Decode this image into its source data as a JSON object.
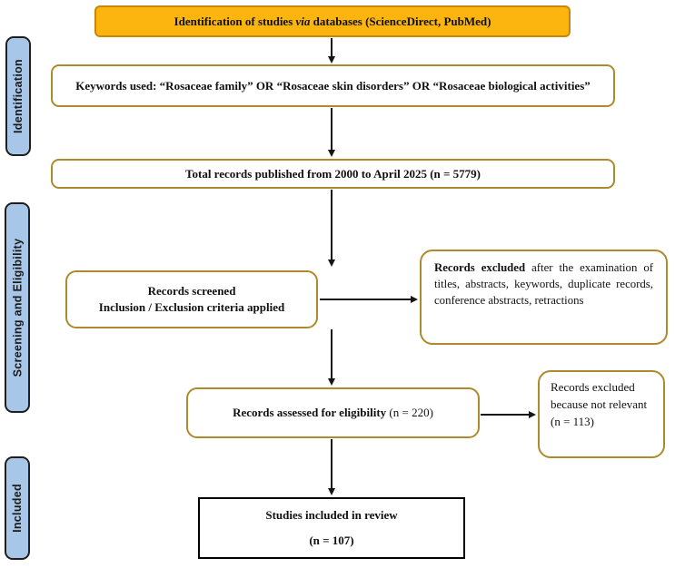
{
  "colors": {
    "title_fill": "#FBB50E",
    "title_border": "#C8860A",
    "box_border": "#AE8A2D",
    "sidebar_fill": "#A8C7E8",
    "final_border": "#000000",
    "arrow_color": "#151515"
  },
  "sidebar": {
    "items": [
      {
        "label": "Identification"
      },
      {
        "label": "Screening and Eligibility"
      },
      {
        "label": "Included"
      }
    ]
  },
  "flow": {
    "title": {
      "prefix": "Identification of studies ",
      "italic": "via",
      "suffix": " databases (ScienceDirect, PubMed)"
    },
    "keywords": {
      "text": "Keywords used: “Rosaceae family” OR “Rosaceae skin disorders” OR “Rosaceae biological activities”"
    },
    "total_records": {
      "text": "Total records published from 2000 to April 2025 (n = 5779)"
    },
    "screened": {
      "line1": "Records screened",
      "line2": "Inclusion / Exclusion criteria applied"
    },
    "excluded_main": {
      "bold": "Records excluded",
      "rest": " after the examination of titles, abstracts, keywords, duplicate records, conference abstracts, retractions"
    },
    "assessed": {
      "bold": "Records assessed for eligibility",
      "rest": " (n = 220)"
    },
    "excluded_small": {
      "text": "Records excluded because not relevant (n = 113)"
    },
    "included": {
      "line1": "Studies included in review",
      "line2": "(n = 107)"
    }
  }
}
